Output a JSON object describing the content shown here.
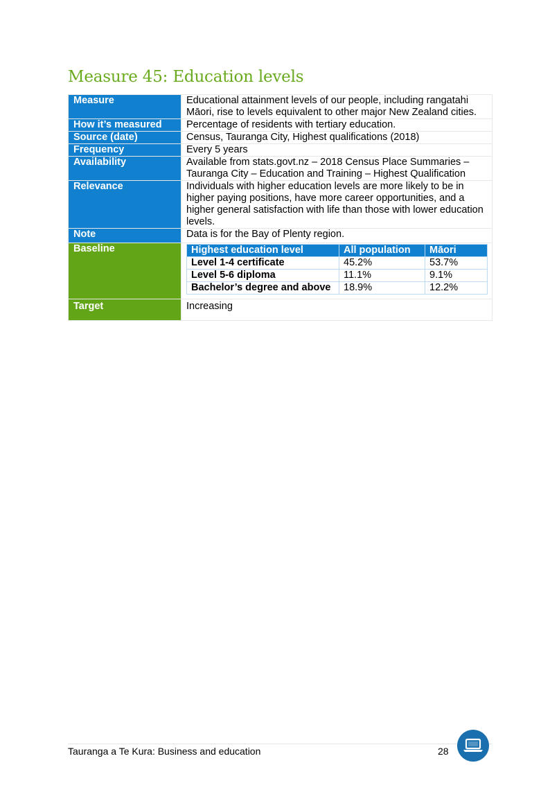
{
  "title": "Measure 45: Education levels",
  "rows": {
    "measure": {
      "label": "Measure",
      "value": "Educational attainment levels of our people, including rangatahi Māori, rise to levels equivalent to other major New Zealand cities."
    },
    "how": {
      "label": "How it’s measured",
      "value": "Percentage of residents with tertiary education."
    },
    "source": {
      "label": "Source (date)",
      "value": "Census, Tauranga City, Highest qualifications (2018)"
    },
    "frequency": {
      "label": "Frequency",
      "value": "Every 5 years"
    },
    "availability": {
      "label": "Availability",
      "value": "Available from stats.govt.nz – 2018 Census Place Summaries – Tauranga City – Education and Training – Highest Qualification"
    },
    "relevance": {
      "label": "Relevance",
      "value": "Individuals with higher education levels are more likely to be in higher paying positions, have more career opportunities, and a higher general satisfaction with life than those with lower education levels."
    },
    "note": {
      "label": "Note",
      "value": "Data is for the Bay of Plenty region."
    },
    "baseline": {
      "label": "Baseline"
    },
    "target": {
      "label": "Target",
      "value": "Increasing"
    }
  },
  "baseline_table": {
    "headers": [
      "Highest education level",
      "All population",
      "Māori"
    ],
    "rows": [
      [
        "Level 1-4 certificate",
        "45.2%",
        "53.7%"
      ],
      [
        "Level 5-6 diploma",
        "11.1%",
        "9.1%"
      ],
      [
        "Bachelor’s degree and above",
        "18.9%",
        "12.2%"
      ]
    ]
  },
  "footer": {
    "text": "Tauranga a Te Kura: Business and education",
    "page": "28",
    "icon": "laptop-icon"
  },
  "colors": {
    "title": "#6aaa1e",
    "blue": "#1180cf",
    "green": "#62a516",
    "icon_circle": "#1a6fae"
  }
}
